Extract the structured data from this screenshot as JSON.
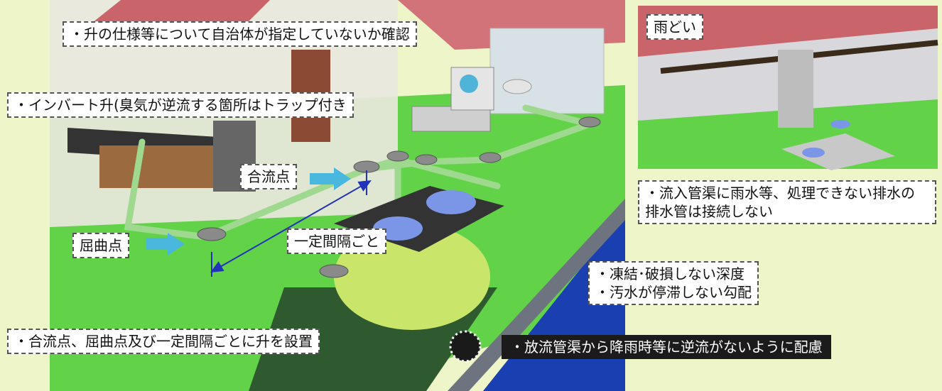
{
  "labels": {
    "spec_check": "・升の仕様等について自治体が指定していないか確認",
    "invert_masu": "・インバート升(臭気が逆流する箇所はトラップ付き",
    "confluence": "合流点",
    "bend": "屈曲点",
    "interval": "一定間隔ごと",
    "install_masu": "・合流点、屈曲点及び一定間隔ごとに升を設置",
    "backflow": "・放流管渠から降雨時等に逆流がないように配慮",
    "gutter": "雨どい",
    "no_rainwater_line1": "・流入管渠に雨水等、処理できない排水の",
    "no_rainwater_line2": "排水管は接続しない",
    "depth_line1": "・凍結･破損しない深度",
    "depth_line2": "・汚水が停滞しない勾配"
  },
  "colors": {
    "lawn": "#62d248",
    "pipe": "#9fd98f",
    "wall": "#e9e7de",
    "roof": "#c9646a",
    "tank": "#c9e66a",
    "lid": "#7b96e6",
    "water": "#1a3fb0",
    "arrow": "#4ab7de",
    "background": "#eef5c8"
  },
  "icons": [
    "arrow-right-icon",
    "dimension-arrow-icon",
    "dotted-circle-icon"
  ]
}
